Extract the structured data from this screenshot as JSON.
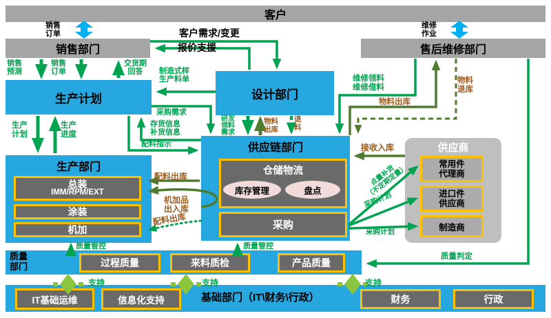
{
  "colors": {
    "box_blue": "#27A7DF",
    "bar_gray": "#A5A5A5",
    "sub_dark_gray": "#6A6A6A",
    "accent_yellow": "#FFC000",
    "arrow_green": "#00A350",
    "arrow_olive": "#4E7B2F",
    "label_brown": "#9E5B1E",
    "support_green": "#8CC63F",
    "double_arrow_blue": "#00B0F0",
    "ellipse_pink": "#F2DCDB"
  },
  "nodes": {
    "customer": "客户",
    "sales": "销售部门",
    "after_sales": "售后维修部门",
    "production_plan": "生产计划",
    "design": "设计部门",
    "production": "生产部门",
    "assembly": "总装",
    "assembly_sub": "IMM/RPM/EXT",
    "painting": "涂装",
    "machining": "机加",
    "supply_chain": "供应链部门",
    "warehouse": "仓储物流",
    "inventory": "库存管理",
    "stocktaking": "盘点",
    "purchasing": "采购",
    "supplier": "供应商",
    "supplier_agent": "常用件\n代理商",
    "supplier_import": "进口件\n供应商",
    "supplier_maker": "制造商",
    "quality": "质量\n部门",
    "process_quality": "过程质量",
    "incoming_quality": "来料质检",
    "product_quality": "产品质量",
    "base": "基础部门（IT\\财务\\行政）",
    "it_ops": "IT基础运维",
    "info_support": "信息化支持",
    "finance": "财务",
    "admin": "行政"
  },
  "flows": {
    "sales_order_top": "销售\n订单",
    "repair_work": "维修\n作业",
    "customer_demand": "客户需求/变更",
    "quote_support": "报价支援",
    "sales_forecast": "销售\n预测",
    "sales_order": "销售\n订单",
    "delivery_reply": "交货期\n回答",
    "mfg_spec": "制造式样\n生产料单",
    "production_plan": "生产\n计划",
    "production_progress": "生产\n进度",
    "purchase_demand": "采购需求",
    "stock_info": "存货信息\n补货信息",
    "material_instruction": "配料指示",
    "rd_request": "研发\n领料\n需求",
    "material_out_design": "物料\n出库",
    "material_return_design": "退\n料",
    "repair_pick": "维修领料\n维修借料",
    "material_out_repair": "物料出库",
    "material_return_repair": "物料\n退库",
    "receive_inbound": "接收入库",
    "replenish": "点量补货\n（不定期定量）",
    "purchase_plan1": "采购计划",
    "purchase_plan2": "采购计划",
    "batch_out1": "配料出库",
    "machined_inout": "机加品\n出入库",
    "batch_out2": "配料出库",
    "quality_control1": "质量管控",
    "quality_control2": "质量管控",
    "quality_judge": "质量判定",
    "support1": "支持",
    "support2": "支持",
    "support3": "支持"
  }
}
